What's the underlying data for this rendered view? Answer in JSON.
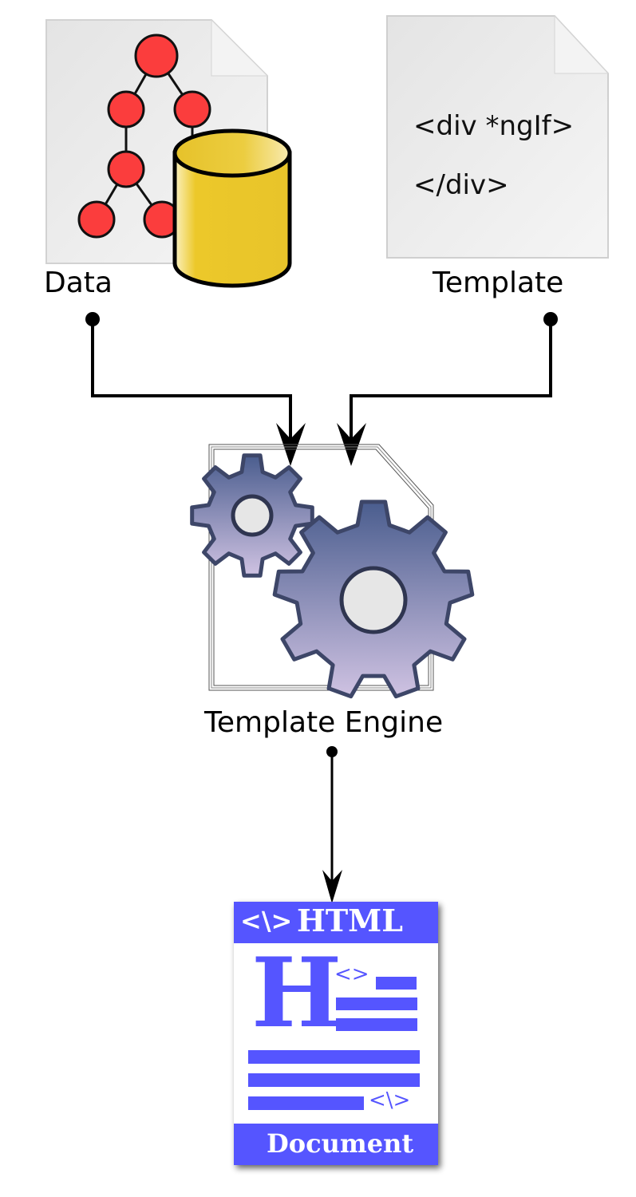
{
  "nodes": {
    "data": {
      "label": "Data"
    },
    "template": {
      "label": "Template",
      "code_lines": [
        "<div *ngIf>",
        "</div>"
      ]
    },
    "engine": {
      "label": "Template Engine"
    },
    "output": {
      "header": "HTML",
      "header_glyph": "<\\>",
      "big_letter": "H",
      "small_tag": "<>",
      "bottom_tag": "<\\>",
      "footer": "Document"
    }
  },
  "edges": [
    {
      "from": "Data",
      "to": "Template Engine"
    },
    {
      "from": "Template",
      "to": "Template Engine"
    },
    {
      "from": "Template Engine",
      "to": "HTML Document"
    }
  ],
  "colors": {
    "node_red": "#fb3d3d",
    "db_yellow": "#ecc82a",
    "gear_top": "#4a5d8e",
    "gear_bottom": "#cdc0e0",
    "html_blue": "#5555ff",
    "paper": "#ececec"
  }
}
